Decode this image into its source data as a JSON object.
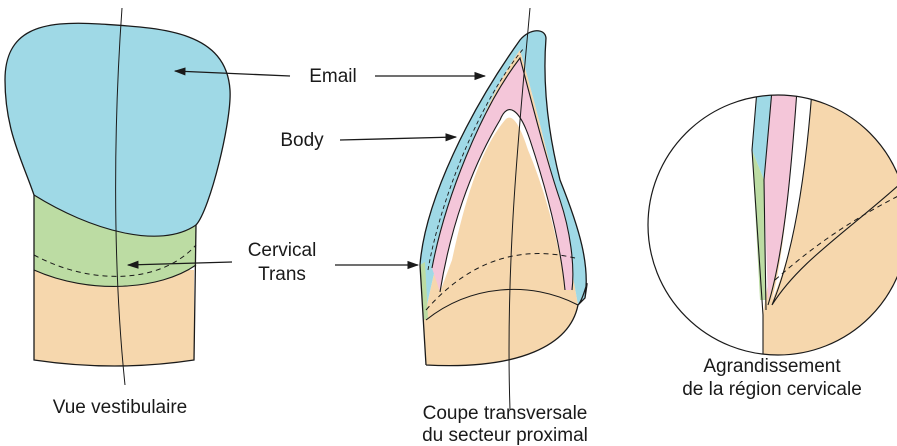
{
  "labels": {
    "email": "Email",
    "body": "Body",
    "cervical_line1": "Cervical",
    "cervical_line2": "Trans"
  },
  "captions": {
    "vestibular": "Vue vestibulaire",
    "section_line1": "Coupe transversale",
    "section_line2": "du secteur proximal",
    "zoom_line1": "Agrandissement",
    "zoom_line2": "de la région cervicale"
  },
  "colors": {
    "email": "#9fd9e6",
    "body": "#f4c6d9",
    "cervical": "#bcdca3",
    "dentin": "#f6d7ad",
    "outline": "#1a1a1a"
  }
}
